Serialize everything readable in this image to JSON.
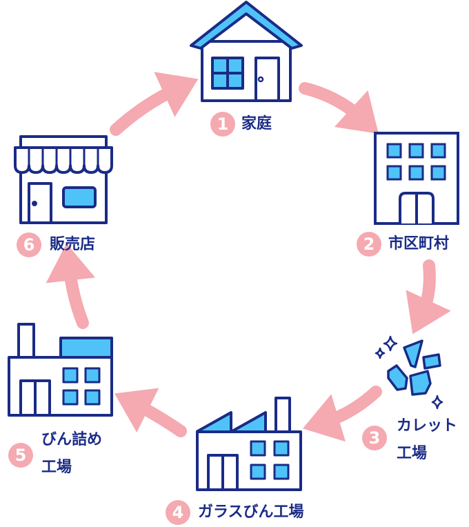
{
  "colors": {
    "navy": "#1a2b86",
    "blue": "#4fc3f7",
    "pink": "#f5a9b0"
  },
  "steps": [
    {
      "num": "1",
      "label": "家庭",
      "icon": "house-icon"
    },
    {
      "num": "2",
      "label": "市区町村",
      "icon": "office-building-icon"
    },
    {
      "num": "3",
      "label_line1": "カレット",
      "label_line2": "工場",
      "icon": "cullet-glass-icon"
    },
    {
      "num": "4",
      "label": "ガラスびん工場",
      "icon": "factory-icon"
    },
    {
      "num": "5",
      "label_line1": "びん詰め",
      "label_line2": "工場",
      "icon": "factory-icon"
    },
    {
      "num": "6",
      "label": "販売店",
      "icon": "shop-icon"
    }
  ]
}
